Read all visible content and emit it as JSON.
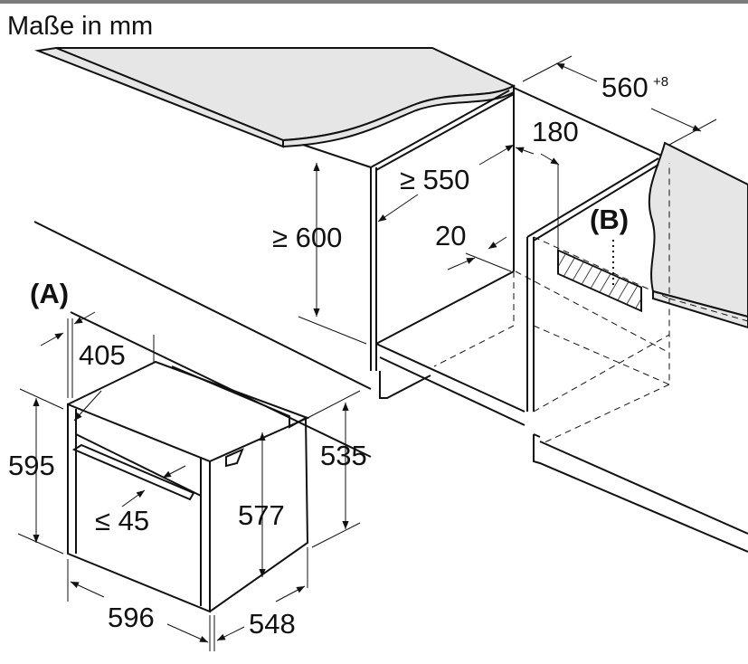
{
  "title": "Maße in mm",
  "labels": {
    "A": "(A)",
    "B": "(B)"
  },
  "dimensions": {
    "niche_width": "560",
    "niche_width_tol": "+8",
    "vent_depth": "180",
    "niche_depth": "≥ 550",
    "niche_height": "≥ 600",
    "back_gap": "20",
    "front_offset": "405",
    "oven_height": "595",
    "handle_depth": "≤ 45",
    "body_height_front": "577",
    "body_height_side": "535",
    "oven_width": "596",
    "oven_depth": "548"
  },
  "colors": {
    "counter": "#e6e6e6",
    "line": "#111111",
    "bar": "#7a7a7a"
  }
}
